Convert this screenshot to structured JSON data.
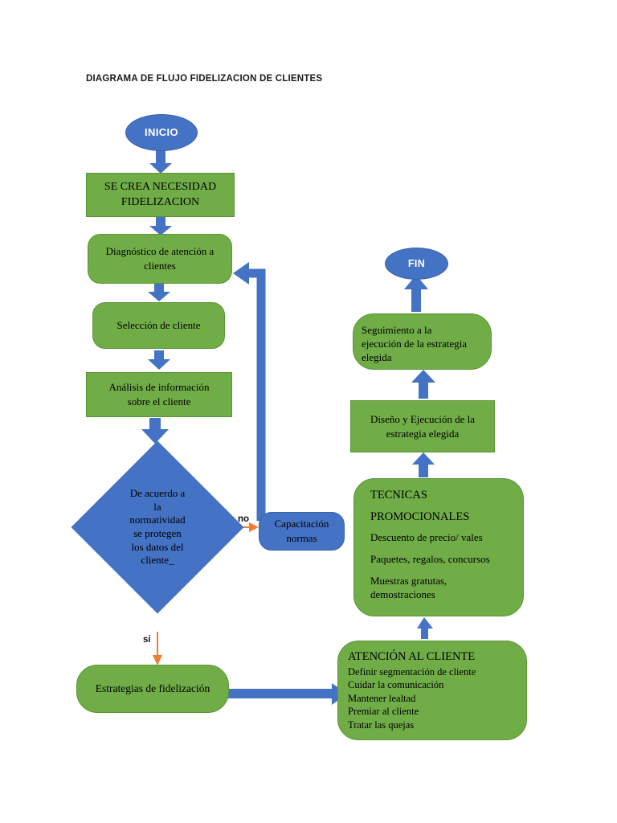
{
  "document": {
    "title": "DIAGRAMA DE FLUJO FIDELIZACION DE CLIENTES"
  },
  "colors": {
    "green": "#70AD47",
    "blue": "#4472C4",
    "orange": "#ED7D31",
    "text": "#000000",
    "background": "#FFFFFF"
  },
  "nodes": {
    "inicio": {
      "label": "INICIO",
      "shape": "ellipse",
      "color": "#4472C4"
    },
    "necesidad": {
      "line1": "SE CREA NECESIDAD",
      "line2": "FIDELIZACION",
      "shape": "rectangle",
      "color": "#70AD47"
    },
    "diagnostico": {
      "line1": "Diagnóstico de atención a",
      "line2": "clientes",
      "shape": "rounded-rectangle",
      "color": "#70AD47"
    },
    "seleccion": {
      "line1": "Selección de cliente",
      "shape": "rounded-rectangle",
      "color": "#70AD47"
    },
    "analisis": {
      "line1": "Análisis de información",
      "line2": "sobre el cliente",
      "shape": "rectangle",
      "color": "#70AD47"
    },
    "decision": {
      "line1": "De acuerdo a",
      "line2": "la",
      "line3": "normatividad",
      "line4": "se protegen",
      "line5": "los datos del",
      "line6": "cliente_",
      "shape": "diamond",
      "color": "#4472C4"
    },
    "capacitacion": {
      "line1": "Capacitación",
      "line2": "normas",
      "shape": "rounded-rectangle",
      "color": "#4472C4"
    },
    "estrategias": {
      "line1": "Estrategias de fidelización",
      "shape": "rounded-rectangle",
      "color": "#70AD47"
    },
    "atencion": {
      "heading": "ATENCIÓN AL CLIENTE",
      "items": [
        "Definir segmentación de cliente",
        "Cuidar la comunicación",
        "Mantener lealtad",
        "Premiar al cliente",
        "Tratar las quejas"
      ],
      "shape": "rounded-rectangle",
      "color": "#70AD47"
    },
    "tecnicas": {
      "heading_line1": "TECNICAS",
      "heading_line2": "PROMOCIONALES",
      "items": [
        "Descuento de precio/ vales",
        "Paquetes, regalos, concursos"
      ],
      "item3_line1": "Muestras gratutas,",
      "item3_line2": "demostraciones",
      "shape": "rounded-rectangle",
      "color": "#70AD47"
    },
    "diseno": {
      "line1": "Diseño y Ejecución de la",
      "line2": "estrategia elegida",
      "shape": "rectangle",
      "color": "#70AD47"
    },
    "seguimiento": {
      "line1": "Seguimiento a la",
      "line2": "ejecución de la estrategia",
      "line3": "elegida",
      "shape": "rounded-rectangle",
      "color": "#70AD47"
    },
    "fin": {
      "label": "FIN",
      "shape": "ellipse",
      "color": "#4472C4"
    }
  },
  "edge_labels": {
    "no": "no",
    "si": "si"
  }
}
